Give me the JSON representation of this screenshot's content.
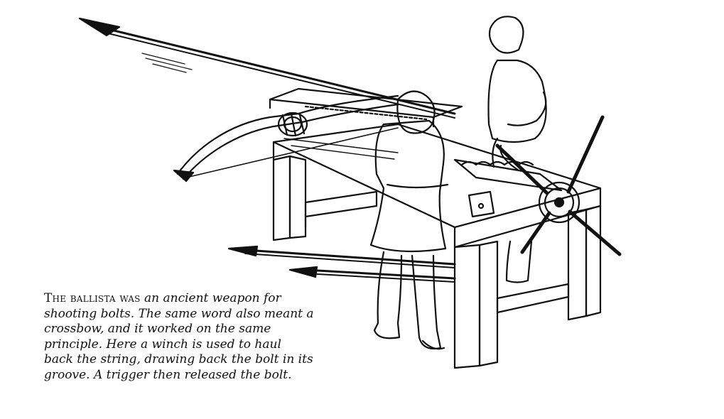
{
  "caption": {
    "lead": "The ballista was",
    "body": "an ancient weapon for shooting bolts. The same word also meant a crossbow, and it worked on the same principle. Here a winch is used to haul back the string, drawing back the bolt in its groove. A trigger then released the bolt."
  },
  "colors": {
    "ink": "#111111",
    "paper": "#ffffff"
  },
  "icons": [
    "ballista-illustration",
    "bolt-icon",
    "winch-wheel-icon"
  ]
}
